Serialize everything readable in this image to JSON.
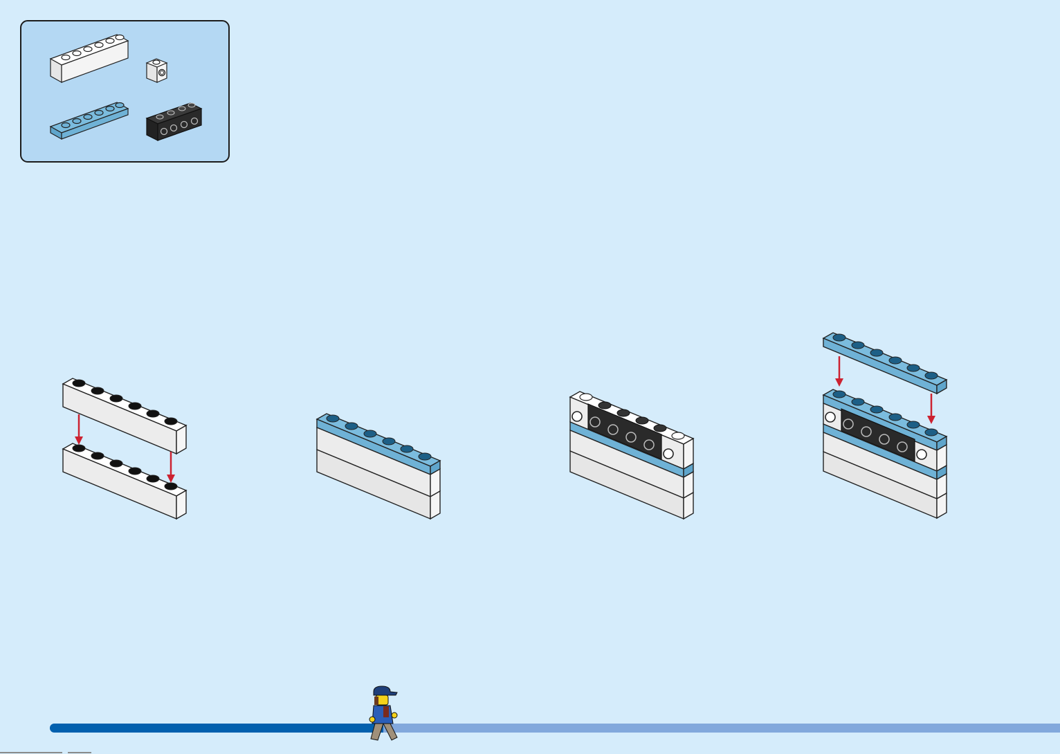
{
  "colors": {
    "background": "#d5ecfb",
    "parts_panel": "#b4d8f3",
    "brick_white": "#f4f4f4",
    "plate_blue": "#6fb2d6",
    "brick_black": "#2a2a2a",
    "arrow_red": "#cc2231",
    "progress_done": "#0260ae",
    "progress_todo": "#82a8dc"
  },
  "parts_list": [
    {
      "name": "brick-1x6-white",
      "color": "white"
    },
    {
      "name": "brick-1x1-studs-on-side-white",
      "color": "white"
    },
    {
      "name": "plate-1x6-medium-azure",
      "color": "medium-azure"
    },
    {
      "name": "brick-1x4-studs-on-side-black",
      "color": "black"
    }
  ],
  "steps": [
    {
      "name": "stack-white-bricks",
      "arrows": 2
    },
    {
      "name": "add-blue-plate",
      "arrows": 0
    },
    {
      "name": "add-side-stud-bricks",
      "arrows": 0
    },
    {
      "name": "add-top-blue-plate",
      "arrows": 2
    }
  ],
  "progress": {
    "fraction": 0.33
  }
}
